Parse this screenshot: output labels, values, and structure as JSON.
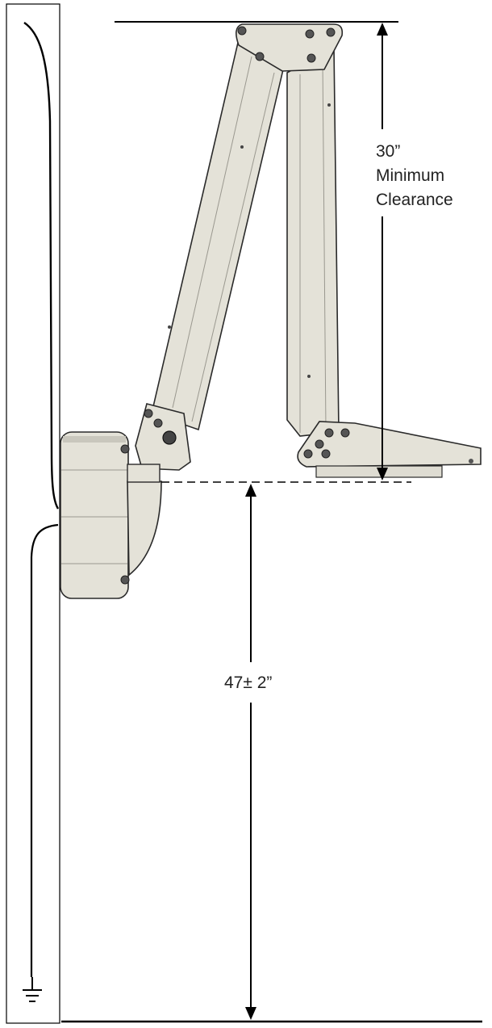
{
  "labels": {
    "upper_dimension_line1": "30”",
    "upper_dimension_line2": "Minimum",
    "upper_dimension_line3": "Clearance",
    "lower_dimension": "47± 2”"
  },
  "icons": {
    "ground": "ground-symbol-icon"
  },
  "colors": {
    "metal_fill": "#e4e2d8",
    "metal_shadow": "#c9c7bd",
    "outline": "#2a2a2a",
    "line": "#000000",
    "background": "#ffffff"
  }
}
